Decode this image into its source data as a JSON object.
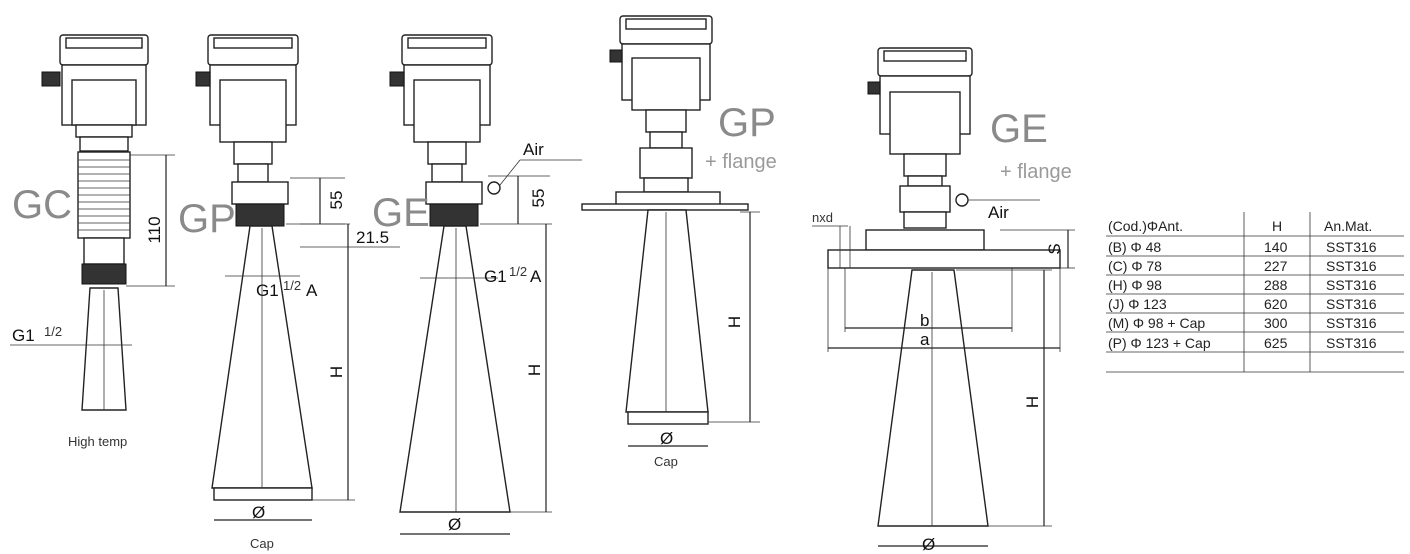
{
  "models": [
    {
      "code": "GC",
      "note": "High temp",
      "thread": "G1",
      "thread_frac": "1/2",
      "height_dim": "110"
    },
    {
      "code": "GP",
      "thread": "G1",
      "thread_frac": "1/2",
      "thread_suffix": "A",
      "dim_55": "55",
      "dim_215": "21.5",
      "h": "H",
      "dia": "Ø",
      "cap": "Cap"
    },
    {
      "code": "GE",
      "thread": "G1",
      "thread_frac": "1/2",
      "thread_suffix": "A",
      "dim_55": "55",
      "air": "Air",
      "h": "H",
      "dia": "Ø"
    },
    {
      "code": "GP",
      "subtitle": "+ flange",
      "h": "H",
      "dia": "Ø",
      "cap": "Cap"
    },
    {
      "code": "GE",
      "subtitle": "+ flange",
      "air": "Air",
      "nxd": "nxd",
      "s": "S",
      "b": "b",
      "a": "a",
      "h": "H",
      "dia": "Ø"
    }
  ],
  "table": {
    "headers": [
      "(Cod.)ΦAnt.",
      "H",
      "An.Mat."
    ],
    "rows": [
      [
        "(B) Φ 48",
        "140",
        "SST316"
      ],
      [
        "(C) Φ 78",
        "227",
        "SST316"
      ],
      [
        "(H) Φ 98",
        "288",
        "SST316"
      ],
      [
        "(J) Φ 123",
        "620",
        "SST316"
      ],
      [
        "(M) Φ 98 + Cap",
        "300",
        "SST316"
      ],
      [
        "(P) Φ 123 + Cap",
        "625",
        "SST316"
      ]
    ]
  }
}
